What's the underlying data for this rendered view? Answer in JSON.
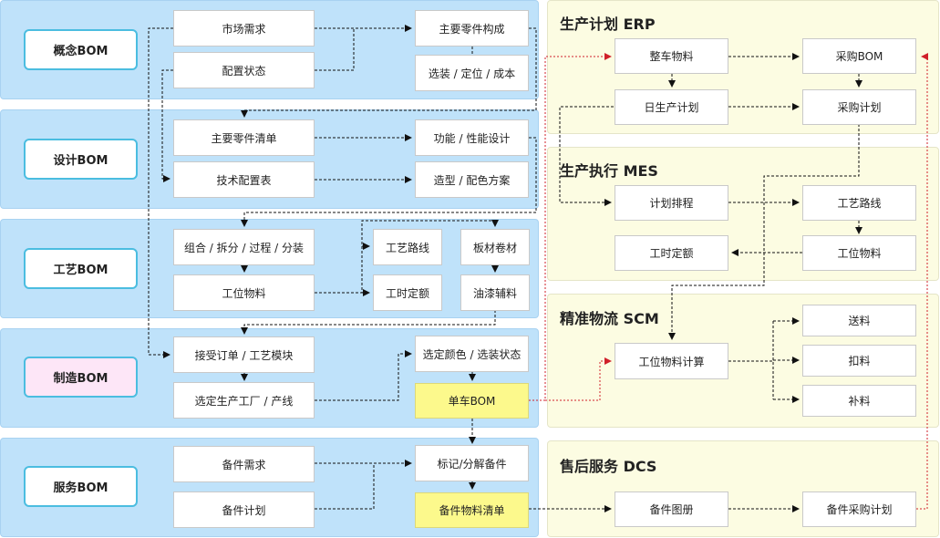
{
  "bom_levels": {
    "concept": "概念BOM",
    "design": "设计BOM",
    "process": "工艺BOM",
    "manufacturing": "制造BOM",
    "service": "服务BOM"
  },
  "concept": {
    "market_demand": "市场需求",
    "config_status": "配置状态",
    "main_parts_composition": "主要零件构成",
    "option_position_cost": "选装 / 定位 / 成本"
  },
  "design": {
    "main_parts_list": "主要零件清单",
    "tech_config_table": "技术配置表",
    "function_performance": "功能 / 性能设计",
    "styling_color": "造型 / 配色方案"
  },
  "process": {
    "assembly_ops": "组合 / 拆分 / 过程 / 分装",
    "station_material": "工位物料",
    "process_route": "工艺路线",
    "man_hour_quota": "工时定额",
    "sheet_coil": "板材卷材",
    "paint_aux": "油漆辅料"
  },
  "manufacturing": {
    "accept_order": "接受订单 / 工艺模块",
    "select_plant_line": "选定生产工厂 / 产线",
    "select_color_option": "选定颜色 / 选装状态",
    "single_car_bom": "单车BOM"
  },
  "service": {
    "spare_demand": "备件需求",
    "spare_plan": "备件计划",
    "mark_decompose": "标记/分解备件",
    "spare_material_list": "备件物料清单"
  },
  "systems": {
    "erp": {
      "title": "生产计划 ERP",
      "vehicle_material": "整车物料",
      "daily_production_plan": "日生产计划",
      "purchase_bom": "采购BOM",
      "purchase_plan": "采购计划"
    },
    "mes": {
      "title": "生产执行 MES",
      "scheduling": "计划排程",
      "process_route": "工艺路线",
      "man_hour_quota": "工时定额",
      "station_material": "工位物料"
    },
    "scm": {
      "title": "精准物流  SCM",
      "station_material_calc": "工位物料计算",
      "delivery": "送料",
      "deduction": "扣料",
      "replenish": "补料"
    },
    "dcs": {
      "title": "售后服务  DCS",
      "spare_catalog": "备件图册",
      "spare_purchase_plan": "备件采购计划"
    }
  },
  "colors": {
    "bom_band": "#bfe2fa",
    "system_panel": "#fcfce2",
    "label_border": "#4bbde0",
    "highlight_yellow": "#fcf98c",
    "manufacturing_label": "#fde6f7",
    "cross_link": "#d0202a"
  }
}
